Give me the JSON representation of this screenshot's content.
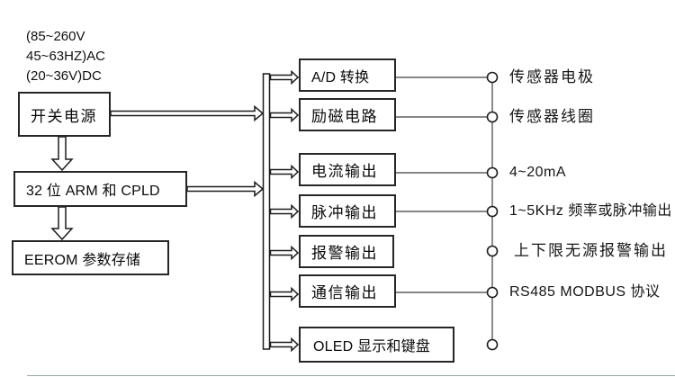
{
  "diagram_title": "electromagnetic-flowmeter-block-diagram",
  "colors": {
    "background": "#ffffff",
    "box_border": "#262626",
    "arrow_stroke": "#1c1c1c",
    "wire_stroke": "#3f3f3f",
    "text": "#0a0a0a"
  },
  "power_notes": {
    "line1": "(85~260V",
    "line2": "45~63HZ)AC",
    "line3": "(20~36V)DC"
  },
  "blocks": {
    "power": "开关电源",
    "mcu": "32 位 ARM 和 CPLD",
    "eeprom": "EEROM 参数存储",
    "adc": "A/D 转换",
    "excitation": "励磁电路",
    "current_output": "电流输出",
    "pulse_output": "脉冲输出",
    "alarm_output": "报警输出",
    "comm_output": "通信输出",
    "oled": "OLED 显示和键盘"
  },
  "terminals": {
    "electrode": "传感器电极",
    "coil": "传感器线圈",
    "current": "4~20mA",
    "pulse": "1~5KHz 频率或脉冲输出",
    "alarm": "上下限无源报警输出",
    "rs485": "RS485 MODBUS 协议"
  }
}
